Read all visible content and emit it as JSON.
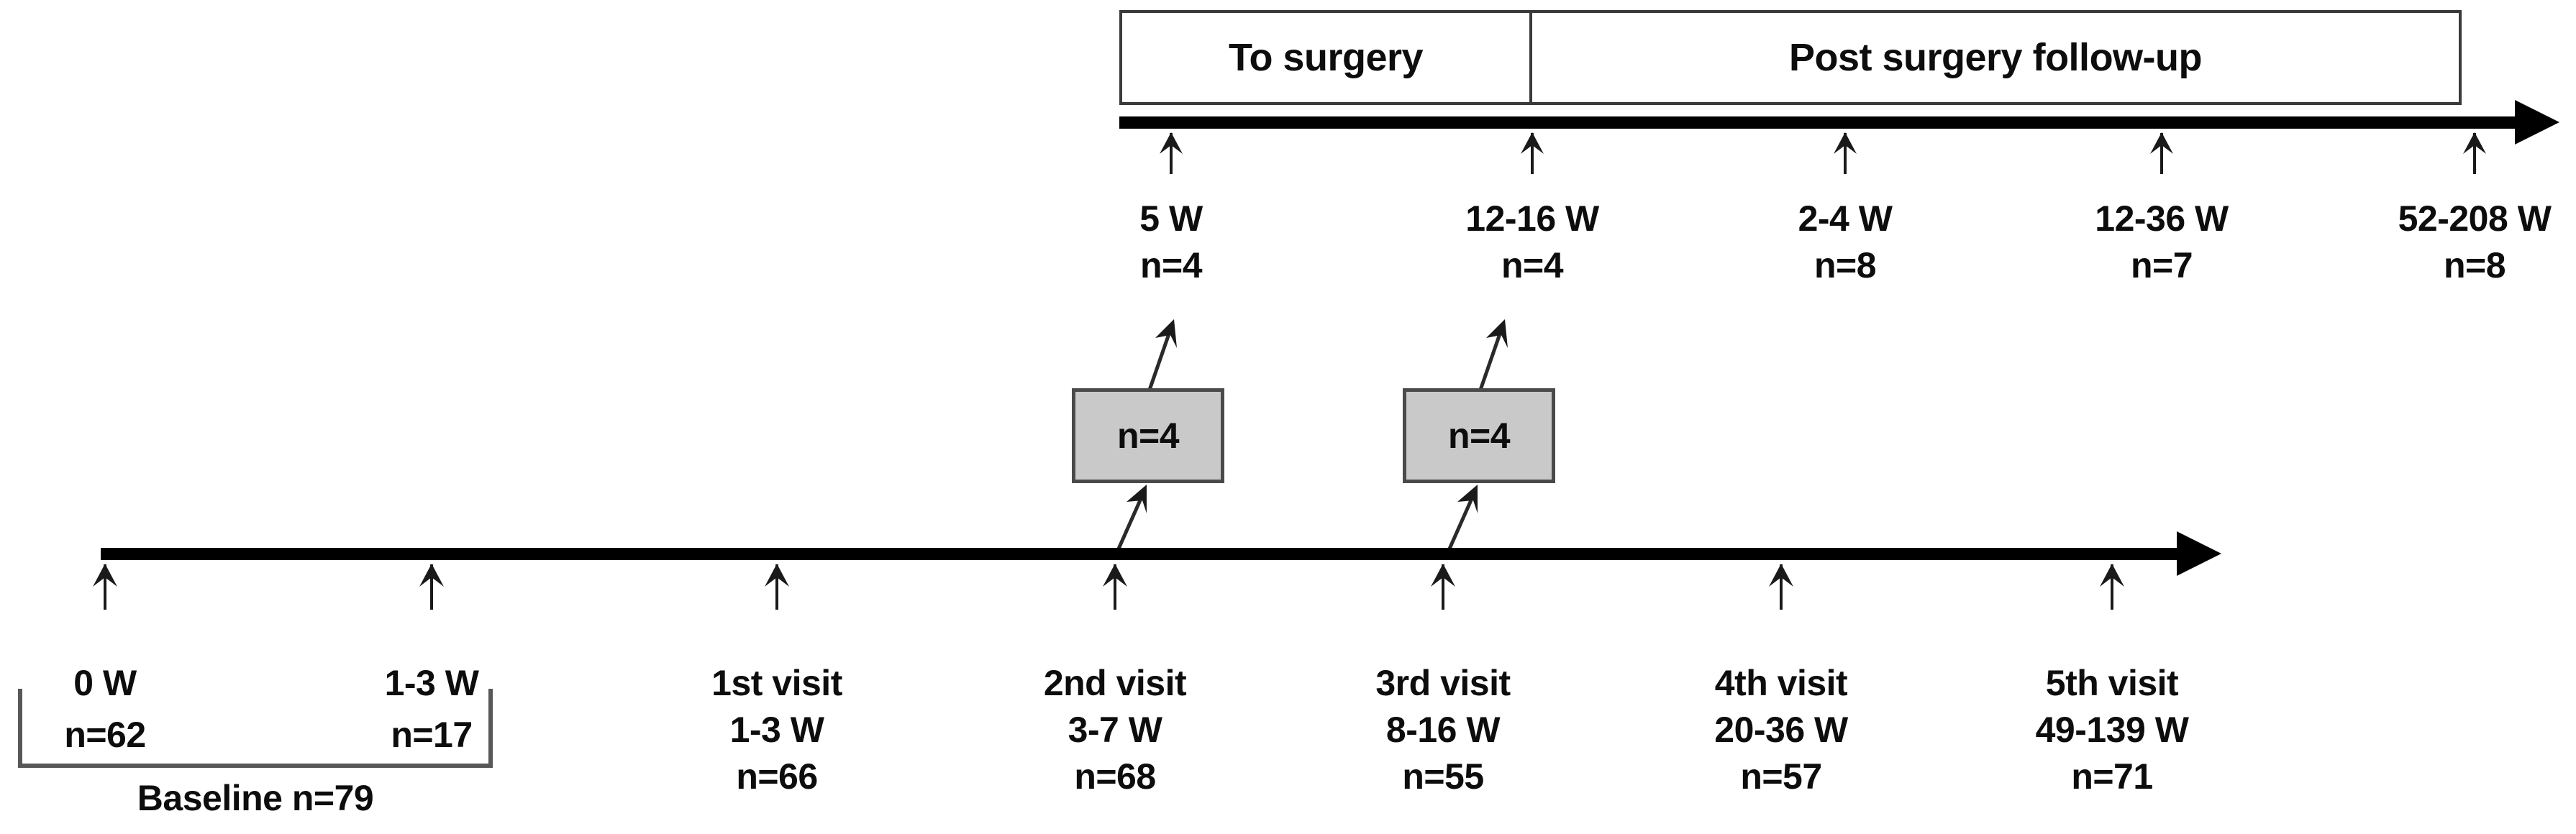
{
  "figure": {
    "type": "study-timeline-diagram",
    "description": "Clinical study timeline with two parallel arrows: a lower visit timeline and an upper surgery timeline"
  },
  "top_timeline": {
    "phases": [
      {
        "id": "to-surgery",
        "label": "To surgery"
      },
      {
        "id": "post-surgery",
        "label": "Post surgery follow-up"
      }
    ],
    "timepoints": [
      {
        "id": "tp-1",
        "time": "5 W",
        "n": "n=4",
        "phase": "to-surgery"
      },
      {
        "id": "tp-2",
        "time": "12-16 W",
        "n": "n=4",
        "phase": "to-surgery"
      },
      {
        "id": "tp-3",
        "time": "2-4 W",
        "n": "n=8",
        "phase": "post-surgery"
      },
      {
        "id": "tp-4",
        "time": "12-36 W",
        "n": "n=7",
        "phase": "post-surgery"
      },
      {
        "id": "tp-5",
        "time": "52-208 W",
        "n": "n=8",
        "phase": "post-surgery"
      }
    ]
  },
  "transfer_boxes": [
    {
      "id": "transfer-1",
      "label": "n=4",
      "from_visit": "2nd visit",
      "to_timepoint": "5 W"
    },
    {
      "id": "transfer-2",
      "label": "n=4",
      "from_visit": "3rd visit",
      "to_timepoint": "12-16 W"
    }
  ],
  "bottom_timeline": {
    "baseline": {
      "bracket_label": "Baseline n=79",
      "points": [
        {
          "id": "bl-1",
          "time": "0 W",
          "n": "n=62"
        },
        {
          "id": "bl-2",
          "time": "1-3 W",
          "n": "n=17"
        }
      ]
    },
    "visits": [
      {
        "id": "visit-1",
        "name": "1st visit",
        "window": "1-3 W",
        "n": "n=66"
      },
      {
        "id": "visit-2",
        "name": "2nd visit",
        "window": "3-7 W",
        "n": "n=68"
      },
      {
        "id": "visit-3",
        "name": "3rd visit",
        "window": "8-16 W",
        "n": "n=55"
      },
      {
        "id": "visit-4",
        "name": "4th visit",
        "window": "20-36 W",
        "n": "n=57"
      },
      {
        "id": "visit-5",
        "name": "5th visit",
        "window": "49-139 W",
        "n": "n=71"
      }
    ]
  },
  "colors": {
    "line": "#000000",
    "box_border": "#3a3a3a",
    "grey_fill": "#c9c9c9",
    "grey_border": "#4a4a4a",
    "bracket": "#585858",
    "text": "#0d0d0d",
    "background": "#ffffff"
  }
}
